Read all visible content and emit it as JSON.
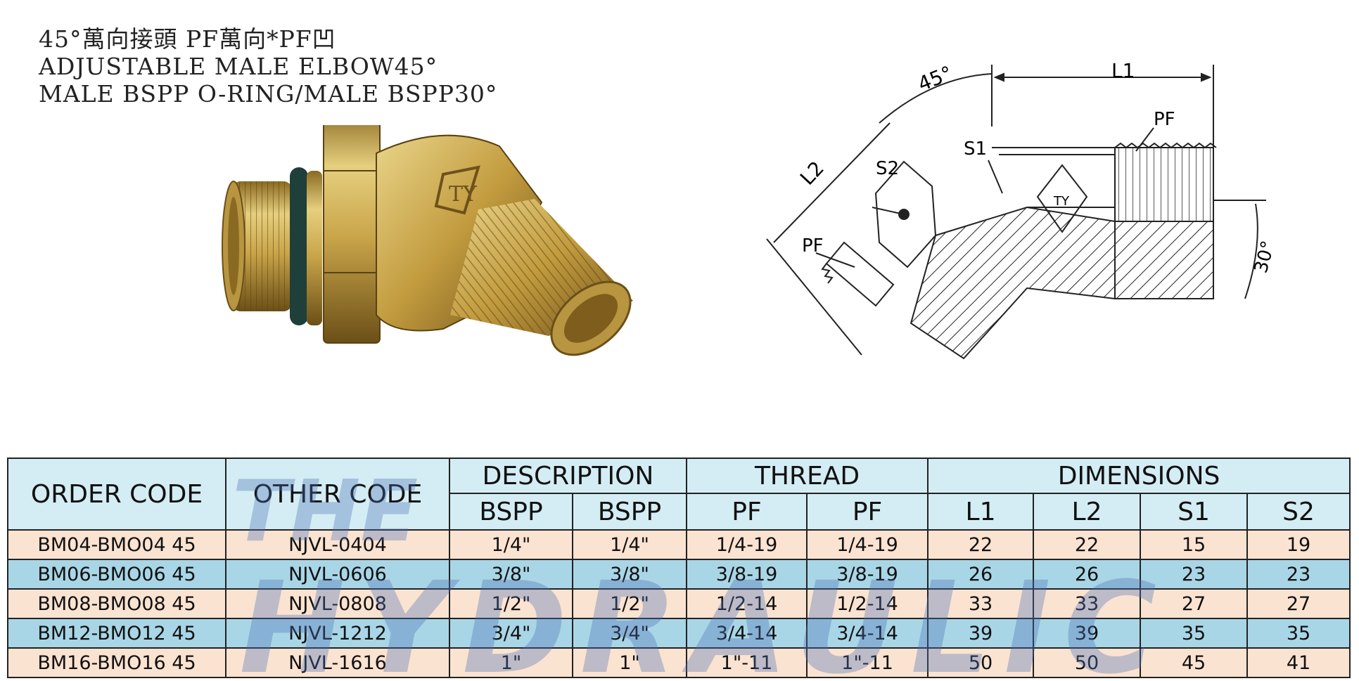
{
  "title": {
    "line1": "45°萬向接頭 PF萬向*PF凹",
    "line2": "ADJUSTABLE MALE ELBOW45°",
    "line3": "MALE BSPP O-RING/MALE BSPP30°"
  },
  "photo": {
    "logo": "TY",
    "colors": {
      "brass": "#c9a54a",
      "oring": "#1f3f3a"
    }
  },
  "drawing": {
    "labels": {
      "angle": "45°",
      "l1": "L1",
      "l2": "L2",
      "s1": "S1",
      "s2": "S2",
      "pf_top": "PF",
      "pf_left": "PF",
      "angle2": "30°",
      "logo": "TY"
    }
  },
  "table": {
    "headers": {
      "order_code": "ORDER CODE",
      "other_code": "OTHER CODE",
      "description": "DESCRIPTION",
      "thread": "THREAD",
      "dimensions": "DIMENSIONS",
      "sub": [
        "BSPP",
        "BSPP",
        "PF",
        "PF",
        "L1",
        "L2",
        "S1",
        "S2"
      ]
    },
    "rows": [
      [
        "BM04-BMO04 45",
        "NJVL-0404",
        "1/4\"",
        "1/4\"",
        "1/4-19",
        "1/4-19",
        "22",
        "22",
        "15",
        "19"
      ],
      [
        "BM06-BMO06 45",
        "NJVL-0606",
        "3/8\"",
        "3/8\"",
        "3/8-19",
        "3/8-19",
        "26",
        "26",
        "23",
        "23"
      ],
      [
        "BM08-BMO08 45",
        "NJVL-0808",
        "1/2\"",
        "1/2\"",
        "1/2-14",
        "1/2-14",
        "33",
        "33",
        "27",
        "27"
      ],
      [
        "BM12-BMO12 45",
        "NJVL-1212",
        "3/4\"",
        "3/4\"",
        "3/4-14",
        "3/4-14",
        "39",
        "39",
        "35",
        "35"
      ],
      [
        "BM16-BMO16 45",
        "NJVL-1616",
        "1\"",
        "1\"",
        "1\"-11",
        "1\"-11",
        "50",
        "50",
        "45",
        "41"
      ]
    ],
    "colors": {
      "header": "#d4edf4",
      "row_odd": "#fbe3d1",
      "row_even": "#a9d6e6"
    }
  },
  "watermark": {
    "line1": "THE",
    "line2": "HYDRAULIC"
  }
}
